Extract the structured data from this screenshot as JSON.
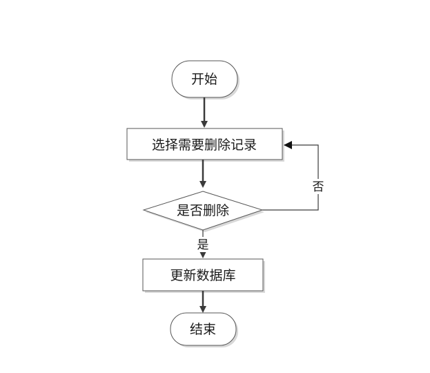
{
  "diagram": {
    "nodes": {
      "start": "开始",
      "select": "选择需要删除记录",
      "decision": "是否删除",
      "update": "更新数据库",
      "end": "结束"
    },
    "edges": {
      "yes_label": "是",
      "no_label": "否"
    }
  }
}
